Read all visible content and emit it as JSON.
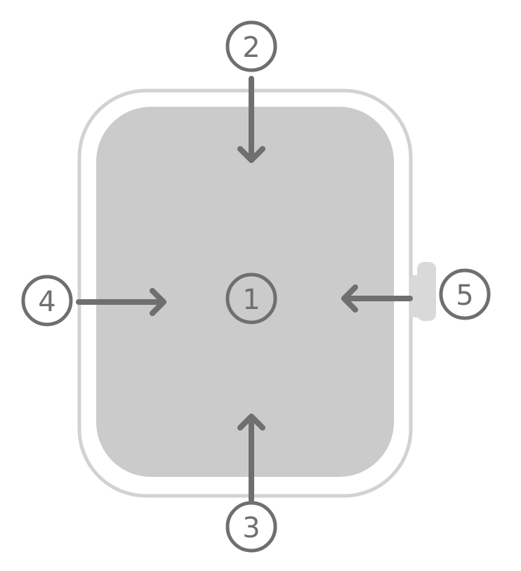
{
  "colors": {
    "screen": "#cbcbcb",
    "case_outline": "#d2d2d2",
    "crown": "#d9d9d9",
    "arrow": "#6f6f6f",
    "circle": "#6f6f6f"
  },
  "callouts": [
    {
      "id": "center",
      "label": "1"
    },
    {
      "id": "top",
      "label": "2"
    },
    {
      "id": "bottom",
      "label": "3"
    },
    {
      "id": "left",
      "label": "4"
    },
    {
      "id": "right",
      "label": "5"
    }
  ]
}
